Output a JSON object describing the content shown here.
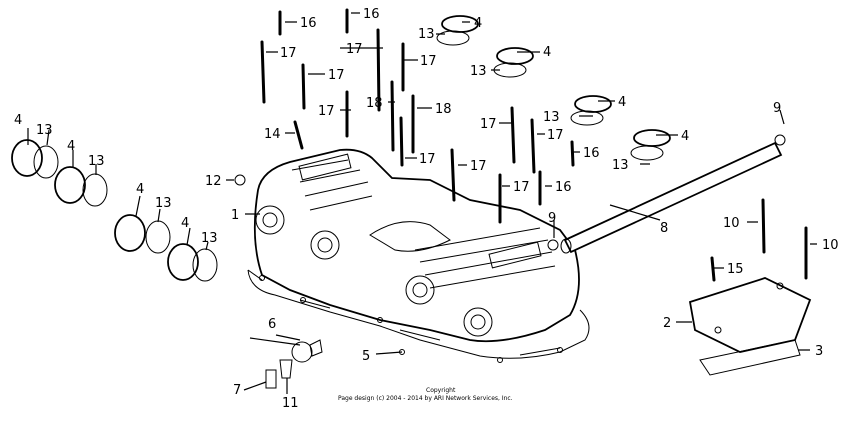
{
  "callouts": [
    {
      "label": "16"
    },
    {
      "label": "16"
    },
    {
      "label": "4"
    },
    {
      "label": "13"
    },
    {
      "label": "17"
    },
    {
      "label": "17"
    },
    {
      "label": "17"
    },
    {
      "label": "4"
    },
    {
      "label": "13"
    },
    {
      "label": "17"
    },
    {
      "label": "17"
    },
    {
      "label": "18"
    },
    {
      "label": "18"
    },
    {
      "label": "4"
    },
    {
      "label": "9"
    },
    {
      "label": "4"
    },
    {
      "label": "13"
    },
    {
      "label": "4"
    },
    {
      "label": "13"
    },
    {
      "label": "14"
    },
    {
      "label": "17"
    },
    {
      "label": "17"
    },
    {
      "label": "13"
    },
    {
      "label": "17"
    },
    {
      "label": "16"
    },
    {
      "label": "4"
    },
    {
      "label": "12"
    },
    {
      "label": "17"
    },
    {
      "label": "13"
    },
    {
      "label": "17"
    },
    {
      "label": "16"
    },
    {
      "label": "1"
    },
    {
      "label": "8"
    },
    {
      "label": "4"
    },
    {
      "label": "13"
    },
    {
      "label": "9"
    },
    {
      "label": "10"
    },
    {
      "label": "4"
    },
    {
      "label": "13"
    },
    {
      "label": "10"
    },
    {
      "label": "15"
    },
    {
      "label": "2"
    },
    {
      "label": "6"
    },
    {
      "label": "3"
    },
    {
      "label": "5"
    },
    {
      "label": "7"
    },
    {
      "label": "11"
    }
  ],
  "copyright": {
    "line1": "Copyright",
    "line2": "Page design (c) 2004 - 2014 by ARI Network Services, Inc."
  }
}
